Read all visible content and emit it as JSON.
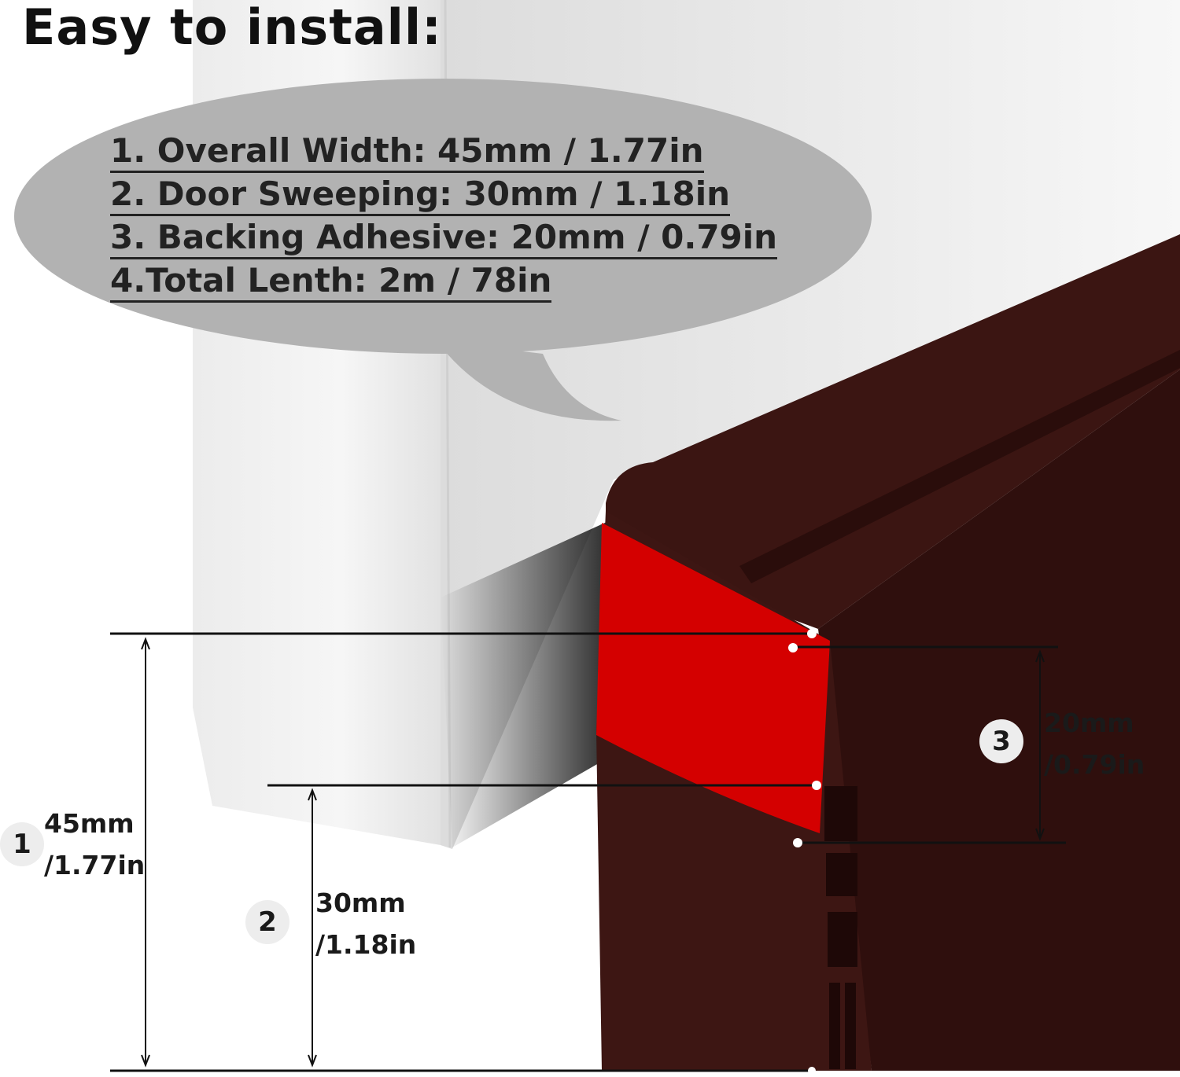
{
  "title": "Easy to install:",
  "specs": [
    "1. Overall Width: 45mm / 1.77in",
    "2. Door Sweeping: 30mm / 1.18in",
    "3. Backing Adhesive: 20mm / 0.79in",
    "4.Total Lenth: 2m / 78in"
  ],
  "dimensions": [
    {
      "badge": "1",
      "line1": "45mm",
      "line2": "/1.77in"
    },
    {
      "badge": "2",
      "line1": "30mm",
      "line2": "/1.18in"
    },
    {
      "badge": "3",
      "line1": "20mm",
      "line2": "/0.79in"
    }
  ],
  "colors": {
    "seal_brown": "#3b1512",
    "adhesive_red": "#d40000",
    "bubble_gray": "#b2b2b2",
    "door_white": "#f4f4f4"
  }
}
